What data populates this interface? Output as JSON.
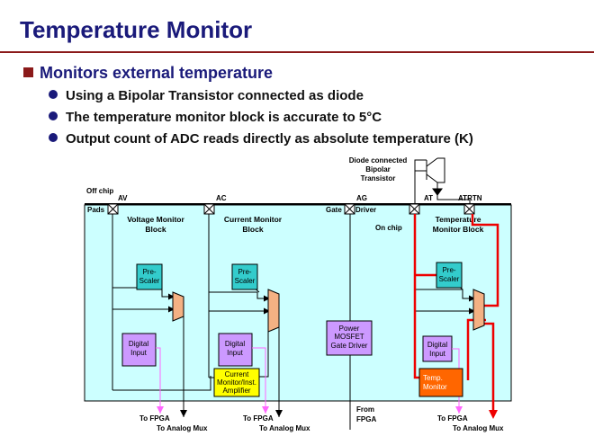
{
  "slide": {
    "title": "Temperature Monitor",
    "main_bullet": "Monitors external temperature",
    "sub_bullets": [
      "Using a Bipolar Transistor connected as diode",
      "The temperature monitor block is accurate to 5°C",
      "Output count of ADC reads directly as absolute temperature (K)"
    ]
  },
  "diagram": {
    "diode_label": [
      "Diode connected",
      "Bipolar",
      "Transistor"
    ],
    "off_chip": "Off chip",
    "pads": "Pads",
    "on_chip": "On chip",
    "gate": "Gate",
    "driver": "Driver",
    "from_fpga": [
      "From",
      "FPGA"
    ],
    "pins": {
      "av": "AV",
      "ac": "AC",
      "ag": "AG",
      "at": "AT",
      "atrtn": "ATRTN"
    },
    "blocks": {
      "voltage": [
        "Voltage Monitor",
        "Block"
      ],
      "current": [
        "Current Monitor",
        "Block"
      ],
      "temperature": [
        "Temperature",
        "Monitor Block"
      ]
    },
    "prescaler": [
      "Pre-",
      "Scaler"
    ],
    "digital_input": [
      "Digital",
      "Input"
    ],
    "amp": [
      "Current",
      "Monitor/Inst.",
      "Amplifier"
    ],
    "gate_driver": [
      "Power",
      "MOSFET",
      "Gate Driver"
    ],
    "temp_monitor": [
      "Temp.",
      "Monitor"
    ],
    "to_fpga": "To FPGA",
    "to_analog_mux": "To Analog Mux",
    "colors": {
      "panel": "#ccffff",
      "prescaler": "#33cccc",
      "digital": "#cc99ff",
      "amp": "#ffff00",
      "temp": "#ff6600",
      "red": "#ee0000",
      "pink": "#ff66ff"
    }
  }
}
